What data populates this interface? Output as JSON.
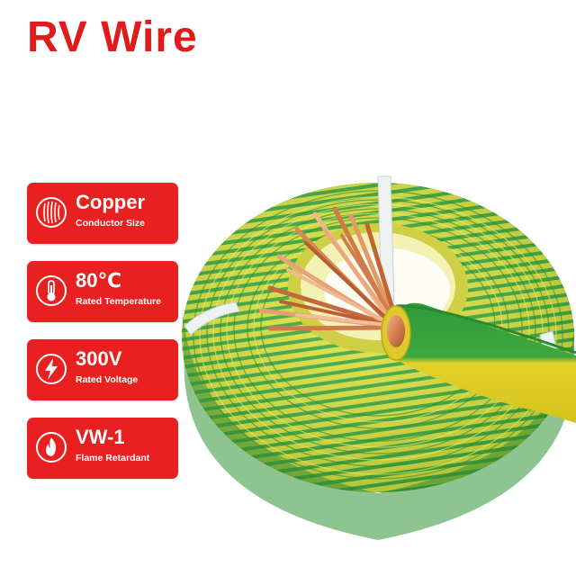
{
  "title": "RV Wire",
  "brand_colors": {
    "red": "#e8201f",
    "green": "#2a9a3a",
    "yellow": "#e9e23a",
    "copper": "#d9875a"
  },
  "features": [
    {
      "icon": "copper-strands-icon",
      "main": "Copper",
      "sub": "Conductor Size"
    },
    {
      "icon": "thermometer-icon",
      "main": "80℃",
      "sub": "Rated Temperature"
    },
    {
      "icon": "lightning-icon",
      "main": "300V",
      "sub": "Rated Voltage"
    },
    {
      "icon": "flame-icon",
      "main": "VW-1",
      "sub": "Flame Retardant"
    }
  ]
}
